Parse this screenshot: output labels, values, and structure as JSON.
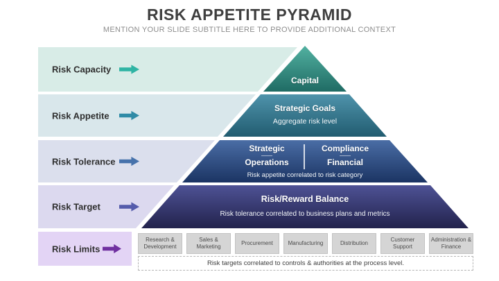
{
  "header": {
    "title": "RISK APPETITE PYRAMID",
    "subtitle": "MENTION YOUR SLIDE SUBTITLE HERE TO PROVIDE ADDITIONAL CONTEXT"
  },
  "bands": [
    {
      "label": "Risk Capacity",
      "bg": "#d8ece7",
      "arrow_color": "#2fb4a4"
    },
    {
      "label": "Risk Appetite",
      "bg": "#d9e7eb",
      "arrow_color": "#2f8ba6"
    },
    {
      "label": "Risk Tolerance",
      "bg": "#dbdfed",
      "arrow_color": "#4672ab"
    },
    {
      "label": "Risk Target",
      "bg": "#dcd9ef",
      "arrow_color": "#555cab"
    },
    {
      "label": "Risk Limits",
      "bg": "#e3d4f5",
      "arrow_color": "#7030a0"
    }
  ],
  "pyramid": {
    "levels": [
      {
        "title": "Capital",
        "gradient": {
          "from": "#52b1a1",
          "to": "#1f6b64"
        }
      },
      {
        "title": "Strategic Goals",
        "caption": "Aggregate risk level",
        "gradient": {
          "from": "#4f93ab",
          "to": "#215c70"
        }
      },
      {
        "left_top": "Strategic",
        "left_bottom": "Operations",
        "right_top": "Compliance",
        "right_bottom": "Financial",
        "caption": "Risk appetite correlated to risk category",
        "gradient": {
          "from": "#4a6da5",
          "to": "#1b3463"
        }
      },
      {
        "title": "Risk/Reward Balance",
        "caption": "Risk tolerance correlated to business plans and metrics",
        "gradient": {
          "from": "#4e5295",
          "to": "#22224c"
        }
      }
    ]
  },
  "process_row": {
    "boxes": [
      "Research & Development",
      "Sales & Marketing",
      "Procurement",
      "Manufacturing",
      "Distribution",
      "Customer Support",
      "Administration & Finance"
    ],
    "note": "Risk targets correlated to controls & authorities at the process level."
  }
}
